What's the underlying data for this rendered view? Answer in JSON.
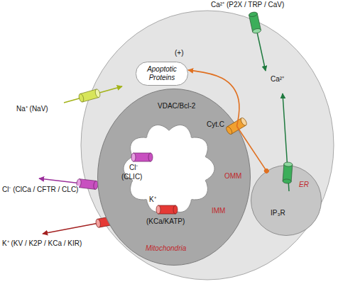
{
  "diagram": {
    "nodes": [
      {
        "text": [
          "Apoptotic Proteins"
        ]
      },
      {
        "text": [
          "VDAC/Bcl-2",
          "OMM",
          "IMM",
          "Mitochondria"
        ]
      },
      {
        "text": [
          "ER",
          "IP₃R"
        ]
      }
    ],
    "edges": [
      {
        "from": 1,
        "to": 0,
        "arrow": "to",
        "label": "(+)"
      },
      {
        "from": 2,
        "to": 1,
        "arrow": "none"
      }
    ],
    "labels": [
      "Ca²⁺ (P2X / TRP / CaV)",
      "Ca²⁺",
      "Na⁺ (NaV)",
      "Cyt.C",
      "Cl⁻",
      "(CLIC)",
      "K⁺",
      "(KCa/KATP)",
      "Cl⁻ (ClCa / CFTR / CLC)",
      "K⁺ (KV / K2P / KCa / KIR)"
    ]
  }
}
